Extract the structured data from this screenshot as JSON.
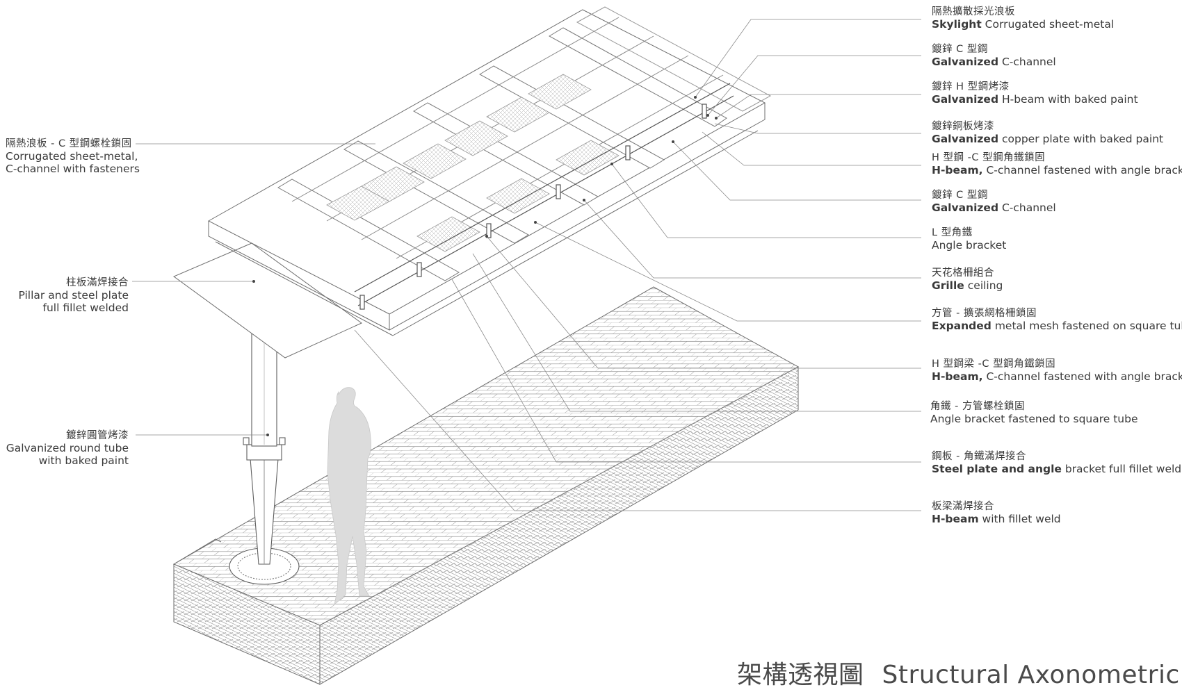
{
  "title": {
    "zh": "架構透視圖",
    "en": "Structural Axonometric"
  },
  "labels_right": [
    {
      "zh": "隔熱擴散採光浪板",
      "en_strong": "Skylight",
      "en_rest": " Corrugated sheet-metal"
    },
    {
      "zh": "鍍鋅 C 型鋼",
      "en_strong": "Galvanized",
      "en_rest": " C-channel"
    },
    {
      "zh": "鍍鋅 H 型鋼烤漆",
      "en_strong": "Galvanized",
      "en_rest": " H-beam with baked paint"
    },
    {
      "zh": "鍍鋅銅板烤漆",
      "en_strong": "Galvanized",
      "en_rest": " copper plate with baked paint"
    },
    {
      "zh": "H 型鋼 -C 型鋼角鐵鎖固",
      "en_strong": "H-beam,",
      "en_rest": " C-channel fastened with angle brackets"
    },
    {
      "zh": "鍍鋅 C 型鋼",
      "en_strong": "Galvanized",
      "en_rest": " C-channel"
    },
    {
      "zh": "L 型角鐵",
      "en_strong": "",
      "en_rest": "Angle bracket"
    },
    {
      "zh": "天花格柵組合",
      "en_strong": "Grille",
      "en_rest": " ceiling"
    },
    {
      "zh": "方管 - 擴張網格柵鎖固",
      "en_strong": "Expanded",
      "en_rest": " metal mesh fastened on square tube"
    },
    {
      "zh": "H 型鋼梁 -C 型鋼角鐵鎖固",
      "en_strong": "H-beam,",
      "en_rest": " C-channel fastened with angle brackets"
    },
    {
      "zh": "角鐵 - 方管螺栓鎖固",
      "en_strong": "",
      "en_rest": "Angle bracket fastened to square tube"
    },
    {
      "zh": "鋼板 - 角鐵滿焊接合",
      "en_strong": "Steel plate and angle",
      "en_rest": " bracket full fillet welded"
    },
    {
      "zh": "板梁滿焊接合",
      "en_strong": "H-beam",
      "en_rest": " with fillet weld"
    }
  ],
  "labels_left": [
    {
      "zh": "隔熱浪板 - C 型鋼螺栓鎖固",
      "en1": "Corrugated sheet-metal,",
      "en2": "C-channel with fasteners"
    },
    {
      "zh": "柱板滿焊接合",
      "en1": "Pillar and steel plate",
      "en2": "full fillet welded"
    },
    {
      "zh": "鍍鋅圓管烤漆",
      "en1": "Galvanized round tube",
      "en2": "with baked paint"
    }
  ],
  "colors": {
    "line": "#6e6e6e",
    "leader": "#8a8a8a",
    "figure": "#dcdcdc",
    "text": "#3a3a3a"
  }
}
